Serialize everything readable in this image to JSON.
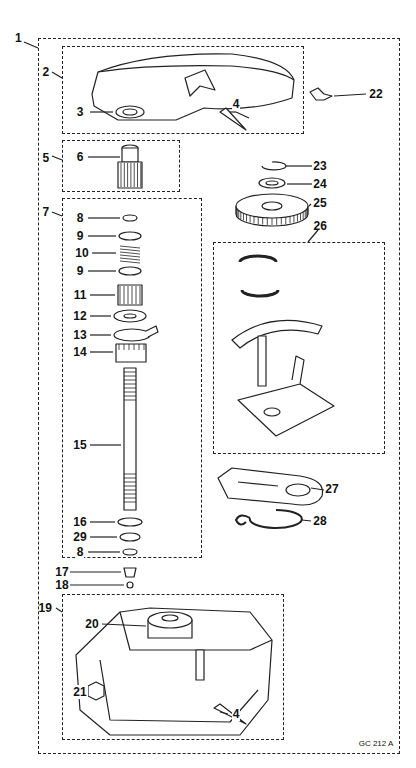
{
  "diagram": {
    "nodes": [
      {
        "text": [
          "1"
        ]
      },
      {
        "text": [
          "2"
        ],
        "in": 0
      },
      {
        "text": [
          "5"
        ],
        "in": 0
      },
      {
        "text": [
          "7"
        ],
        "in": 0
      },
      {
        "text": [
          "19"
        ],
        "in": 0
      },
      {
        "text": [
          "26"
        ],
        "in": 0
      }
    ],
    "labels": [
      "3",
      "4",
      "22",
      "6",
      "8",
      "9",
      "10",
      "9",
      "11",
      "12",
      "13",
      "14",
      "15",
      "16",
      "29",
      "8",
      "17",
      "18",
      "20",
      "21",
      "4",
      "23",
      "24",
      "25",
      "27",
      "28",
      "GC 212 A"
    ]
  }
}
